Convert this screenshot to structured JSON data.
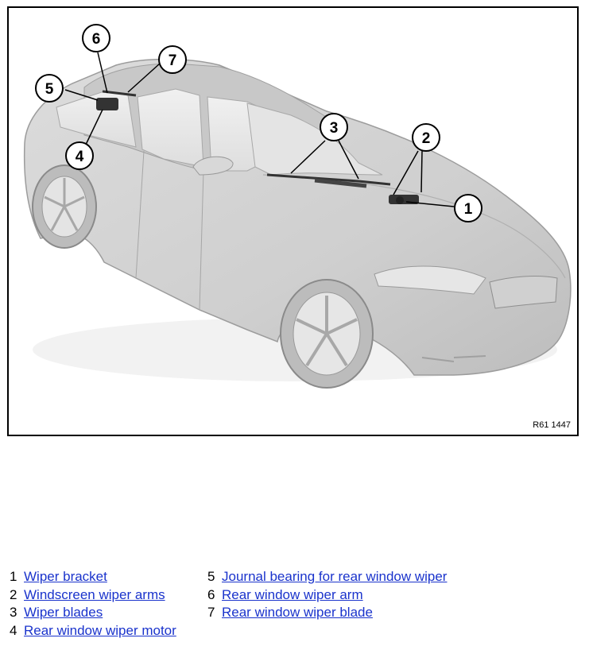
{
  "figure": {
    "code": "R61 1447",
    "callouts": [
      "1",
      "2",
      "3",
      "4",
      "5",
      "6",
      "7"
    ]
  },
  "legend": [
    {
      "num": "1",
      "label": "Wiper bracket"
    },
    {
      "num": "2",
      "label": "Windscreen wiper arms"
    },
    {
      "num": "3",
      "label": "Wiper blades"
    },
    {
      "num": "4",
      "label": "Rear window wiper motor"
    },
    {
      "num": "5",
      "label": "Journal bearing for rear window wiper"
    },
    {
      "num": "6",
      "label": "Rear window wiper arm"
    },
    {
      "num": "7",
      "label": "Rear window wiper blade"
    }
  ]
}
